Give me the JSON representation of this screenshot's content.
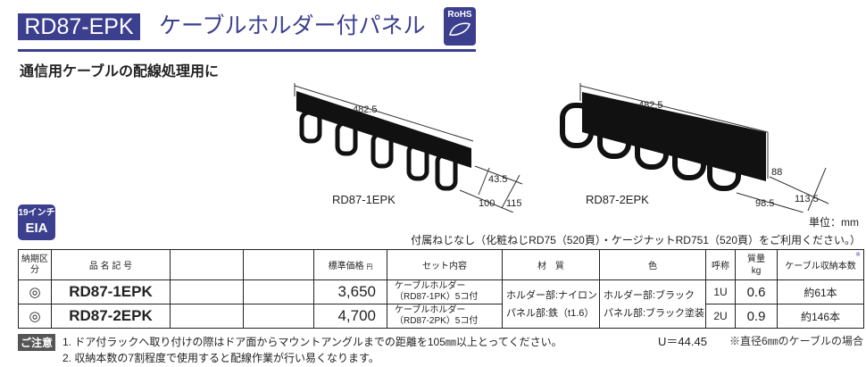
{
  "header": {
    "model": "RD87-EPK",
    "title": "ケーブルホルダー付パネル",
    "rohs": "RoHS",
    "subtitle": "通信用ケーブルの配線処理用に"
  },
  "figures": [
    {
      "label": "RD87-1EPK",
      "width": "482.5",
      "height": "43.5",
      "depth1": "100",
      "depth2": "115"
    },
    {
      "label": "RD87-2EPK",
      "width": "482.5",
      "height": "88",
      "depth1": "98.5",
      "depth2": "113.5"
    }
  ],
  "badge": {
    "line1": "19インチ",
    "line2": "EIA"
  },
  "unit": "単位：mm",
  "screw_note": "付属ねじなし（化粧ねじRD75（520頁）・ケージナットRD751（520頁）をご利用ください。）",
  "table": {
    "headers": {
      "delivery": "納期区分",
      "name": "品 名 記 号",
      "price": "標準価格",
      "yen": "円",
      "set": "セット内容",
      "material": "材　質",
      "color": "色",
      "size": "呼称",
      "mass": "質量",
      "mass_unit": "kg",
      "capacity": "ケーブル収納本数",
      "capacity_mark": "※"
    },
    "rows": [
      {
        "delivery": "◎",
        "model": "RD87-1EPK",
        "price": "3,650",
        "set1": "ケーブルホルダー",
        "set2": "（RD87-1PK）5コ付",
        "size": "1U",
        "mass": "0.6",
        "capacity": "約61本"
      },
      {
        "delivery": "◎",
        "model": "RD87-2EPK",
        "price": "4,700",
        "set1": "ケーブルホルダー",
        "set2": "（RD87-2PK）5コ付",
        "size": "2U",
        "mass": "0.9",
        "capacity": "約146本"
      }
    ],
    "material1": "ホルダー部:ナイロン",
    "material2": "パネル部:鉄（t1.6）",
    "color1": "ホルダー部:ブラック",
    "color2": "パネル部:ブラック塗装"
  },
  "notes": {
    "label": "ご注意",
    "n1": "1. ドア付ラックへ取り付けの際はドア面からマウントアングルまでの距離を105㎜以上とってください。",
    "n2": "2. 収納本数の7割程度で使用すると配線作業が行い易くなります。",
    "u": "U＝44.45",
    "footnote": "※直径6㎜のケーブルの場合"
  }
}
